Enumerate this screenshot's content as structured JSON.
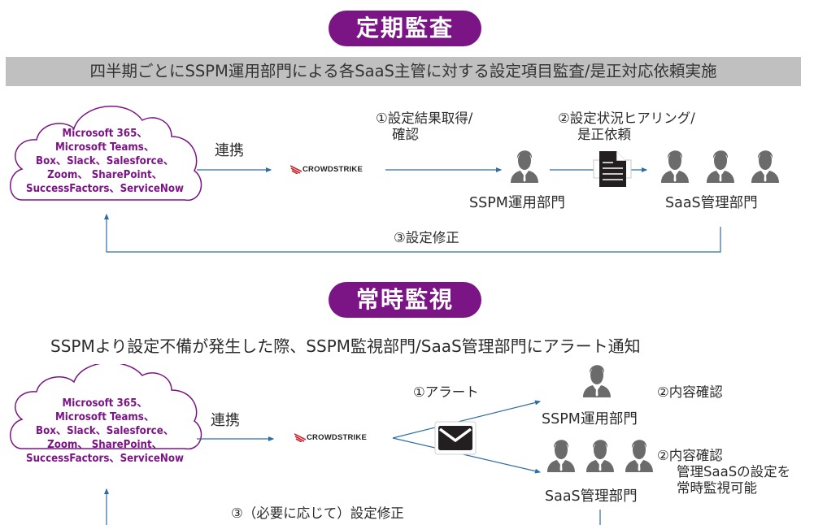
{
  "sections": [
    {
      "title": "定期監査",
      "description": "四半期ごとにSSPM運用部門による各SaaS主管に対する設定項目監査/是正対応依頼実施",
      "cloud_services": [
        "Microsoft 365、",
        "Microsoft Teams、",
        "Box、Slack、Salesforce、",
        "Zoom、 SharePoint、",
        "SuccessFactors、ServiceNow"
      ],
      "link_label": "連携",
      "vendor_logo": "CROWDSTRIKE",
      "step1_label": [
        "①設定結果取得/",
        "確認"
      ],
      "step2_label": [
        "②設定状況ヒアリング/",
        "是正依頼"
      ],
      "step3_label": "③設定修正",
      "sspm_dept": "SSPM運用部門",
      "saas_dept": "SaaS管理部門"
    },
    {
      "title": "常時監視",
      "description": "SSPMより設定不備が発生した際、SSPM監視部門/SaaS管理部門にアラート通知",
      "cloud_services": [
        "Microsoft 365、",
        "Microsoft Teams、",
        "Box、Slack、Salesforce、",
        "Zoom、 SharePoint、",
        "SuccessFactors、ServiceNow"
      ],
      "link_label": "連携",
      "vendor_logo": "CROWDSTRIKE",
      "step1_label": "①アラート",
      "sspm_step2": "②内容確認",
      "saas_step2": [
        "②内容確認",
        "管理SaaSの設定を",
        "常時監視可能"
      ],
      "step3_label": "③（必要に応じて）設定修正",
      "sspm_dept": "SSPM運用部門",
      "saas_dept": "SaaS管理部門"
    }
  ],
  "colors": {
    "accent_purple": "#7b1585",
    "band_gray": "#c0c0c0",
    "arrow_blue": "#2e6da4",
    "person_gray": "#6b6b6b"
  }
}
